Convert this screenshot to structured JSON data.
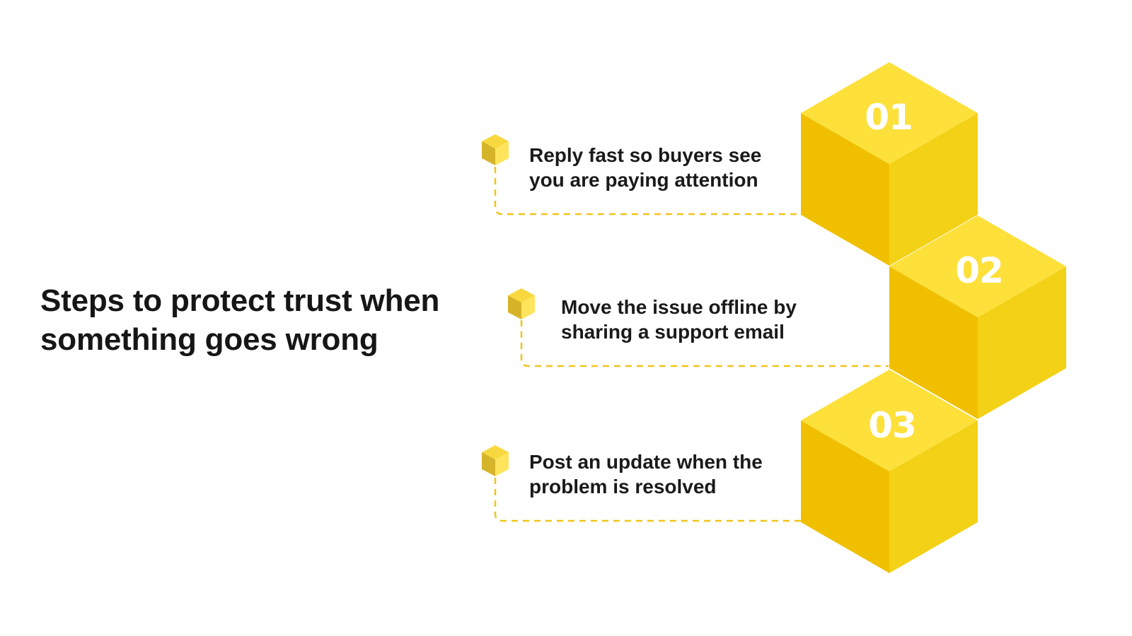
{
  "title": {
    "line1": "Steps to protect trust when",
    "line2": "something goes wrong"
  },
  "steps": [
    {
      "number": "01",
      "line1": "Reply fast so buyers see",
      "line2": "you are paying attention"
    },
    {
      "number": "02",
      "line1": "Move the issue offline by",
      "line2": "sharing a support email"
    },
    {
      "number": "03",
      "line1": "Post an update when the",
      "line2": "problem is resolved"
    }
  ],
  "colors": {
    "cube_top": "#FDE03A",
    "cube_left": "#F0C000",
    "cube_right": "#F3D117",
    "mini_top": "#F7D83E",
    "mini_left": "#D6B42A",
    "mini_right": "#FFE45C",
    "dash": "#F0C419",
    "text": "#161616",
    "number": "#FFFFFF",
    "background": "#FFFFFF"
  }
}
